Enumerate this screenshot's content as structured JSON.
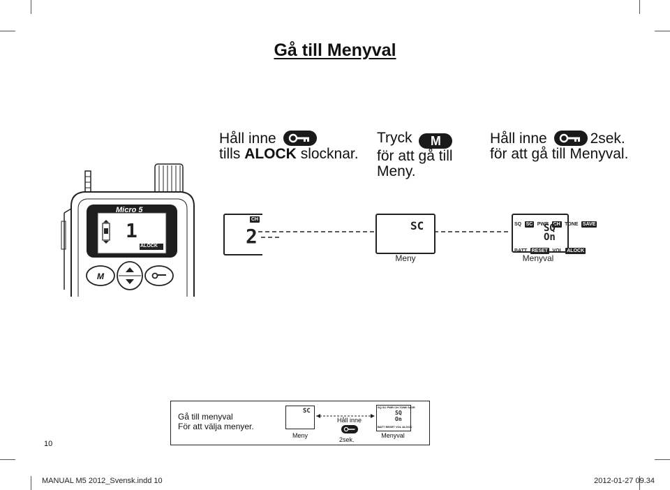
{
  "page": {
    "title": "Gå till Menyval",
    "page_number": "10"
  },
  "steps": [
    {
      "line1_prefix": "Håll inne",
      "line2_prefix": "tills",
      "line2_bold": "ALOCK",
      "line2_suffix": "slocknar.",
      "button_icon": "key-icon"
    },
    {
      "line1_prefix": "Tryck",
      "button_label": "M",
      "line2": "för att gå till",
      "line3": "Meny."
    },
    {
      "line1_prefix": "Håll inne",
      "line1_suffix": "2sek.",
      "line2": "för att gå till Menyval.",
      "button_icon": "key-icon"
    }
  ],
  "radio": {
    "brand": "Micro 5",
    "lcd_channel": "1",
    "lcd_indicator": "ALOCK",
    "button_m": "M"
  },
  "screens": {
    "channel": {
      "chip": "CH",
      "digit": "2"
    },
    "meny": {
      "display": "SC",
      "caption": "Meny"
    },
    "menyval": {
      "top_items": [
        "SQ",
        "SC",
        "PWR",
        "CH",
        "TONE",
        "SAVE"
      ],
      "line1": "SQ",
      "line2": "On",
      "bottom_items": [
        "BATT",
        "RESET",
        "VOL",
        "ALOCK"
      ],
      "caption": "Menyval"
    }
  },
  "summary": {
    "line1": "Gå till menyval",
    "line2": "För att välja menyer.",
    "hold_label": "Håll inne",
    "hold_duration": "2sek.",
    "meny_display": "SC",
    "meny_caption": "Meny",
    "menyval_caption": "Menyval",
    "menyval_top_items": [
      "SQ",
      "SC",
      "PWR",
      "CH",
      "TONE",
      "SAVE"
    ],
    "menyval_line1": "SQ",
    "menyval_line2": "On",
    "menyval_bottom_items": [
      "BATT",
      "RESET",
      "VOL",
      "ALOCK"
    ]
  },
  "footer": {
    "file": "MANUAL M5 2012_Svensk.indd   10",
    "timestamp": "2012-01-27   09.34"
  }
}
